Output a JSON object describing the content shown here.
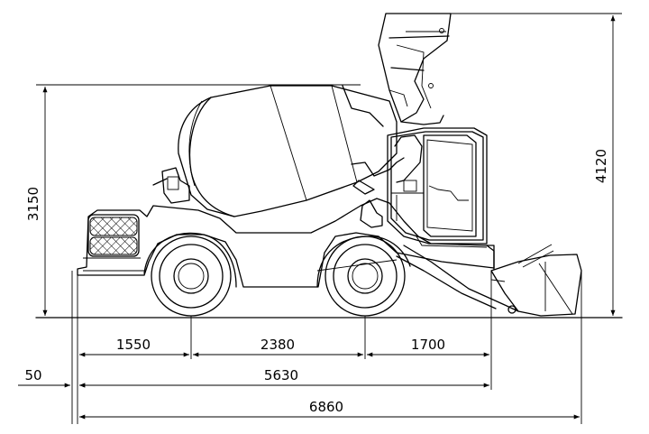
{
  "dimensions": {
    "height_total": "4120",
    "height_body": "3150",
    "front_overhang": "1550",
    "wheelbase": "2380",
    "rear_section": "1700",
    "bumper_offset": "50",
    "body_length": "5630",
    "overall_length": "6860"
  }
}
